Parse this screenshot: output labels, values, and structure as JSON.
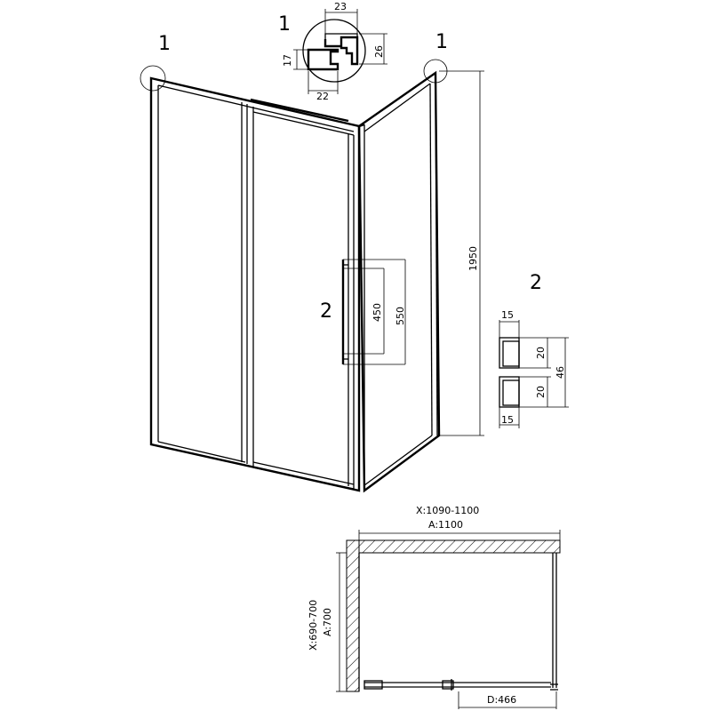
{
  "callouts": {
    "profile_top_left": "1",
    "profile_center": "1",
    "profile_top_right": "1",
    "handle": "2",
    "handle_detail": "2"
  },
  "profile": {
    "width_top": "23",
    "width_bottom": "22",
    "height_left": "17",
    "height_right": "26"
  },
  "elevation": {
    "height": "1950",
    "handle_inner": "450",
    "handle_outer": "550"
  },
  "handle_detail": {
    "top_width": "15",
    "bottom_width": "15",
    "upper_height": "20",
    "lower_height": "20",
    "total_height": "46"
  },
  "plan": {
    "x_range": "X:1090-1100",
    "a_width": "A:1100",
    "y_range": "X:690-700",
    "a_depth": "A:700",
    "door": "D:466"
  }
}
